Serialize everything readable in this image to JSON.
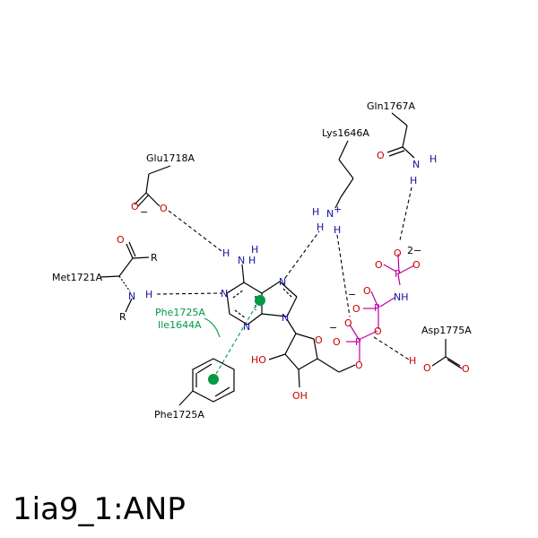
{
  "title": "1ia9_1:ANP",
  "colors": {
    "carbon_bond": "#000000",
    "nitrogen": "#1010a0",
    "oxygen": "#cc0000",
    "phosphorus": "#c000a0",
    "interaction": "#000000",
    "pi_interaction": "#009944"
  },
  "residues": {
    "glu1718": "Glu1718A",
    "met1721": "Met1721A",
    "lys1646": "Lys1646A",
    "gln1767": "Gln1767A",
    "asp1775": "Asp1775A",
    "phe1725_bottom": "Phe1725A",
    "phe1725_pi": "Phe1725A",
    "ile1644_pi": "Ile1644A"
  },
  "atoms": {
    "N": "N",
    "O": "O",
    "H": "H",
    "P": "P",
    "R": "R",
    "NH": "NH",
    "HO": "HO",
    "OH": "OH",
    "NH_plus": "N",
    "minus": "−",
    "two_minus": "2−"
  }
}
